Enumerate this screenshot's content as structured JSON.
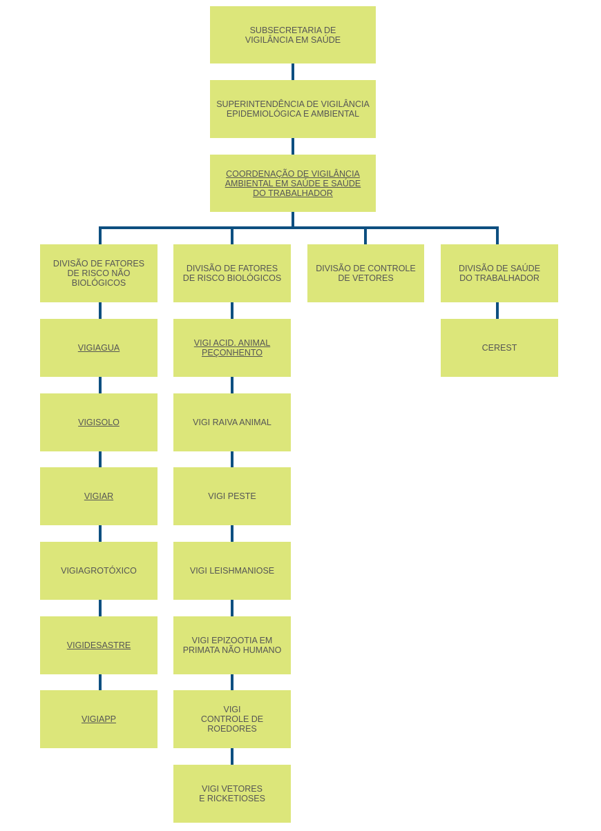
{
  "colors": {
    "box": "#dce67a",
    "line": "#0d4f80",
    "text": "#555555"
  },
  "nodes": {
    "subsecretaria": {
      "label": "SUBSECRETARIA DE\nVIGILÂNCIA EM SAÚDE",
      "link": false
    },
    "superintendencia": {
      "label": "SUPERINTENDÊNCIA DE VIGILÂNCIA\nEPIDEMIOLÓGICA E AMBIENTAL",
      "link": false
    },
    "coordenacao": {
      "label": "COORDENAÇÃO DE VIGILÂNCIA\nAMBIENTAL EM SAÚDE E SAÚDE\nDO TRABALHADOR",
      "link": true
    },
    "div_nao_bio": {
      "label": "DIVISÃO DE FATORES\nDE RISCO NÃO\nBIOLÓGICOS",
      "link": false
    },
    "div_bio": {
      "label": "DIVISÃO DE FATORES\nDE RISCO BIOLÓGICOS",
      "link": false
    },
    "div_vetores": {
      "label": "DIVISÃO DE CONTROLE\nDE VETORES",
      "link": false
    },
    "div_trabalhador": {
      "label": "DIVISÃO DE SAÚDE\nDO TRABALHADOR",
      "link": false
    },
    "vigiagua": {
      "label": "VIGIAGUA",
      "link": true
    },
    "vigisolo": {
      "label": "VIGISOLO",
      "link": true
    },
    "vigiar": {
      "label": "VIGIAR",
      "link": true
    },
    "vigiagrotoxico": {
      "label": "VIGIAGROTÓXICO",
      "link": false
    },
    "vigidesastre": {
      "label": "VIGIDESASTRE",
      "link": true
    },
    "vigiapp": {
      "label": "VIGIAPP",
      "link": true
    },
    "vigi_acid": {
      "label": "VIGI ACID. ANIMAL\nPEÇONHENTO",
      "link": true
    },
    "vigi_raiva": {
      "label": "VIGI RAIVA ANIMAL",
      "link": false
    },
    "vigi_peste": {
      "label": "VIGI PESTE",
      "link": false
    },
    "vigi_leish": {
      "label": "VIGI LEISHMANIOSE",
      "link": false
    },
    "vigi_epizootia": {
      "label": "VIGI EPIZOOTIA EM\nPRIMATA NÃO HUMANO",
      "link": false
    },
    "vigi_roedores": {
      "label": "VIGI\nCONTROLE DE ROEDORES",
      "link": false
    },
    "vigi_vetores": {
      "label": "VIGI VETORES\nE RICKETIOSES",
      "link": false
    },
    "cerest": {
      "label": "CEREST",
      "link": false
    }
  }
}
